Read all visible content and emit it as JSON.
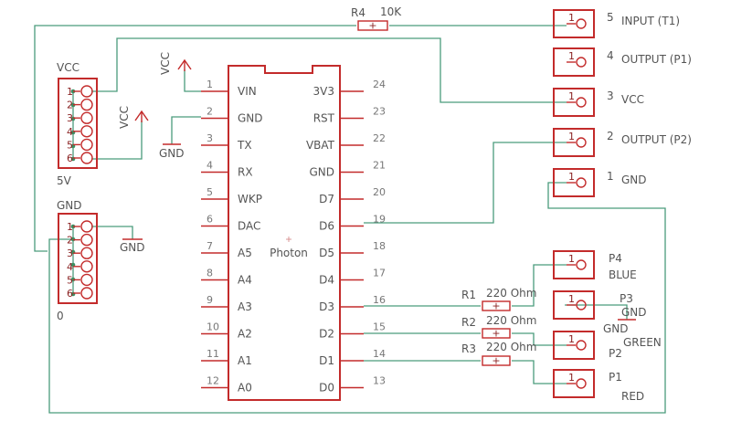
{
  "chip": {
    "name": "Photon",
    "left_pins": [
      {
        "num": "1",
        "label": "VIN"
      },
      {
        "num": "2",
        "label": "GND"
      },
      {
        "num": "3",
        "label": "TX"
      },
      {
        "num": "4",
        "label": "RX"
      },
      {
        "num": "5",
        "label": "WKP"
      },
      {
        "num": "6",
        "label": "DAC"
      },
      {
        "num": "7",
        "label": "A5"
      },
      {
        "num": "8",
        "label": "A4"
      },
      {
        "num": "9",
        "label": "A3"
      },
      {
        "num": "10",
        "label": "A2"
      },
      {
        "num": "11",
        "label": "A1"
      },
      {
        "num": "12",
        "label": "A0"
      }
    ],
    "right_pins": [
      {
        "num": "24",
        "label": "3V3"
      },
      {
        "num": "23",
        "label": "RST"
      },
      {
        "num": "22",
        "label": "VBAT"
      },
      {
        "num": "21",
        "label": "GND"
      },
      {
        "num": "20",
        "label": "D7"
      },
      {
        "num": "19",
        "label": "D6"
      },
      {
        "num": "18",
        "label": "D5"
      },
      {
        "num": "17",
        "label": "D4"
      },
      {
        "num": "16",
        "label": "D3"
      },
      {
        "num": "15",
        "label": "D2"
      },
      {
        "num": "14",
        "label": "D1"
      },
      {
        "num": "13",
        "label": "D0"
      }
    ]
  },
  "header_vcc": {
    "title": "VCC",
    "footer": "5V",
    "pins": [
      "1",
      "2",
      "3",
      "4",
      "5",
      "6"
    ]
  },
  "header_gnd": {
    "title": "GND",
    "footer": "0",
    "pins": [
      "1",
      "2",
      "3",
      "4",
      "5",
      "6"
    ]
  },
  "power": {
    "vcc_top": "VCC",
    "vcc_mid": "VCC",
    "gnd_mid": "GND",
    "gnd_header": "GND",
    "gnd_p3": "GND"
  },
  "resistors": {
    "r4": {
      "name": "R4",
      "value": "10K"
    },
    "r1": {
      "name": "R1",
      "value": "220 Ohm"
    },
    "r2": {
      "name": "R2",
      "value": "220 Ohm"
    },
    "r3": {
      "name": "R3",
      "value": "220 Ohm"
    }
  },
  "connectors": [
    {
      "pin": "1",
      "number": "5",
      "label": "INPUT (T1)"
    },
    {
      "pin": "1",
      "number": "4",
      "label": "OUTPUT (P1)"
    },
    {
      "pin": "1",
      "number": "3",
      "label": "VCC"
    },
    {
      "pin": "1",
      "number": "2",
      "label": "OUTPUT (P2)"
    },
    {
      "pin": "1",
      "number": "1",
      "label": "GND"
    }
  ],
  "leds": [
    {
      "pin": "1",
      "name": "P4",
      "label": "BLUE"
    },
    {
      "pin": "1",
      "name": "P3",
      "label": "GND"
    },
    {
      "pin": "1",
      "name": "P2",
      "label": "GREEN"
    },
    {
      "pin": "1",
      "name": "P1",
      "label": "RED"
    }
  ],
  "colors": {
    "part": "#c32b2b",
    "wire": "#4a9c7c",
    "label": "#545454"
  }
}
